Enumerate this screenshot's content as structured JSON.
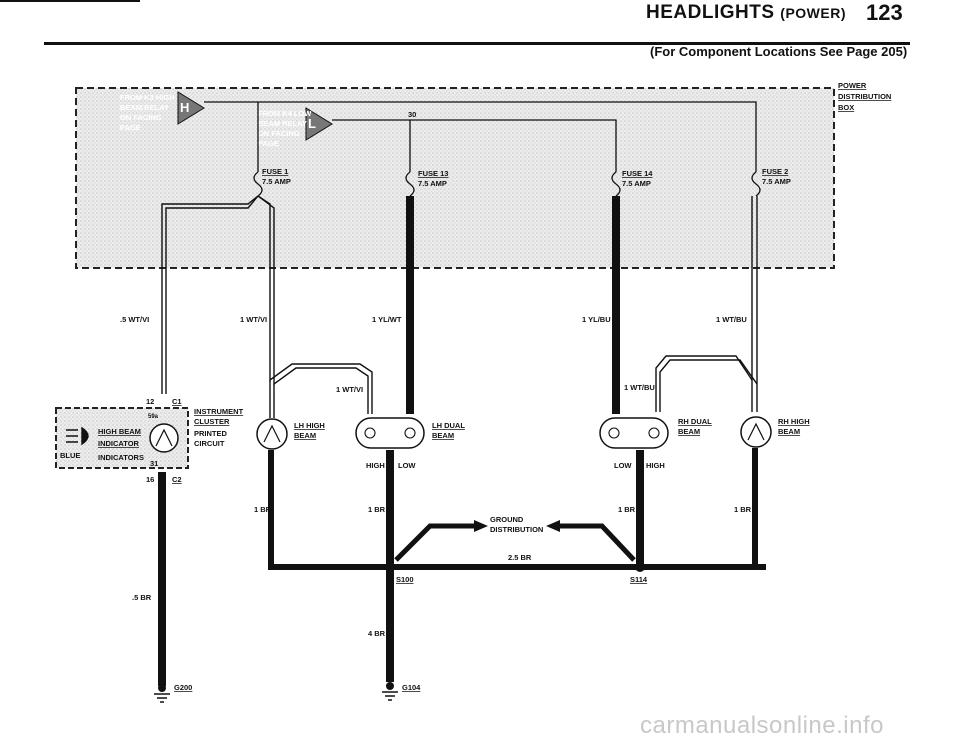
{
  "header": {
    "title": "HEADLIGHTS",
    "title_suffix": "(POWER)",
    "page_number": "123",
    "note": "(For Component Locations See Page 205)"
  },
  "power_box": {
    "label_lines": [
      "POWER",
      "DISTRIBUTION",
      "BOX"
    ],
    "relay_h": {
      "badge": "H",
      "lines": [
        "FROM K3 HIGH",
        "BEAM RELAY",
        "ON FACING",
        "PAGE"
      ]
    },
    "relay_l": {
      "badge": "L",
      "lines": [
        "FROM K4 LOW",
        "BEAM RELAY",
        "ON FACING",
        "PAGE"
      ]
    },
    "bus_label": "30",
    "fuses": [
      {
        "name": "FUSE 1",
        "rating": "7.5 AMP"
      },
      {
        "name": "FUSE 13",
        "rating": "7.5 AMP"
      },
      {
        "name": "FUSE 14",
        "rating": "7.5 AMP"
      },
      {
        "name": "FUSE 2",
        "rating": "7.5 AMP"
      }
    ]
  },
  "wires": {
    "w1": ".5 WT/VI",
    "w2": "1 WT/VI",
    "w3": "1 YL/WT",
    "w4": "1 YL/BU",
    "w5": "1 WT/BU",
    "w6": "1 WT/VI",
    "w7": "1 WT/BU",
    "br1": "1 BR",
    "br2": "1 BR",
    "br3": "1 BR",
    "br4": "1 BR",
    "br5": ".5 BR",
    "br6": "4 BR",
    "br7": "2.5 BR"
  },
  "cluster": {
    "lines": [
      "INSTRUMENT",
      "CLUSTER",
      "PRINTED",
      "CIRCUIT"
    ],
    "panel_lines": [
      "HIGH BEAM",
      "INDICATOR"
    ],
    "indicators": "INDICATORS",
    "blue": "BLUE",
    "c1_pin": "12",
    "c1": "C1",
    "c2_pin": "16",
    "c2": "C2",
    "pin_31": "31",
    "pin_59a": "59a"
  },
  "lamps": {
    "lh_high": [
      "LH HIGH",
      "BEAM"
    ],
    "lh_dual": [
      "LH DUAL",
      "BEAM"
    ],
    "rh_dual": [
      "RH DUAL",
      "BEAM"
    ],
    "rh_high": [
      "RH HIGH",
      "BEAM"
    ],
    "high": "HIGH",
    "low": "LOW"
  },
  "ground": {
    "dist_lines": [
      "GROUND",
      "DISTRIBUTION"
    ],
    "s100": "S100",
    "s114": "S114",
    "g200": "G200",
    "g104": "G104"
  },
  "watermark": "carmanualsonline.info"
}
